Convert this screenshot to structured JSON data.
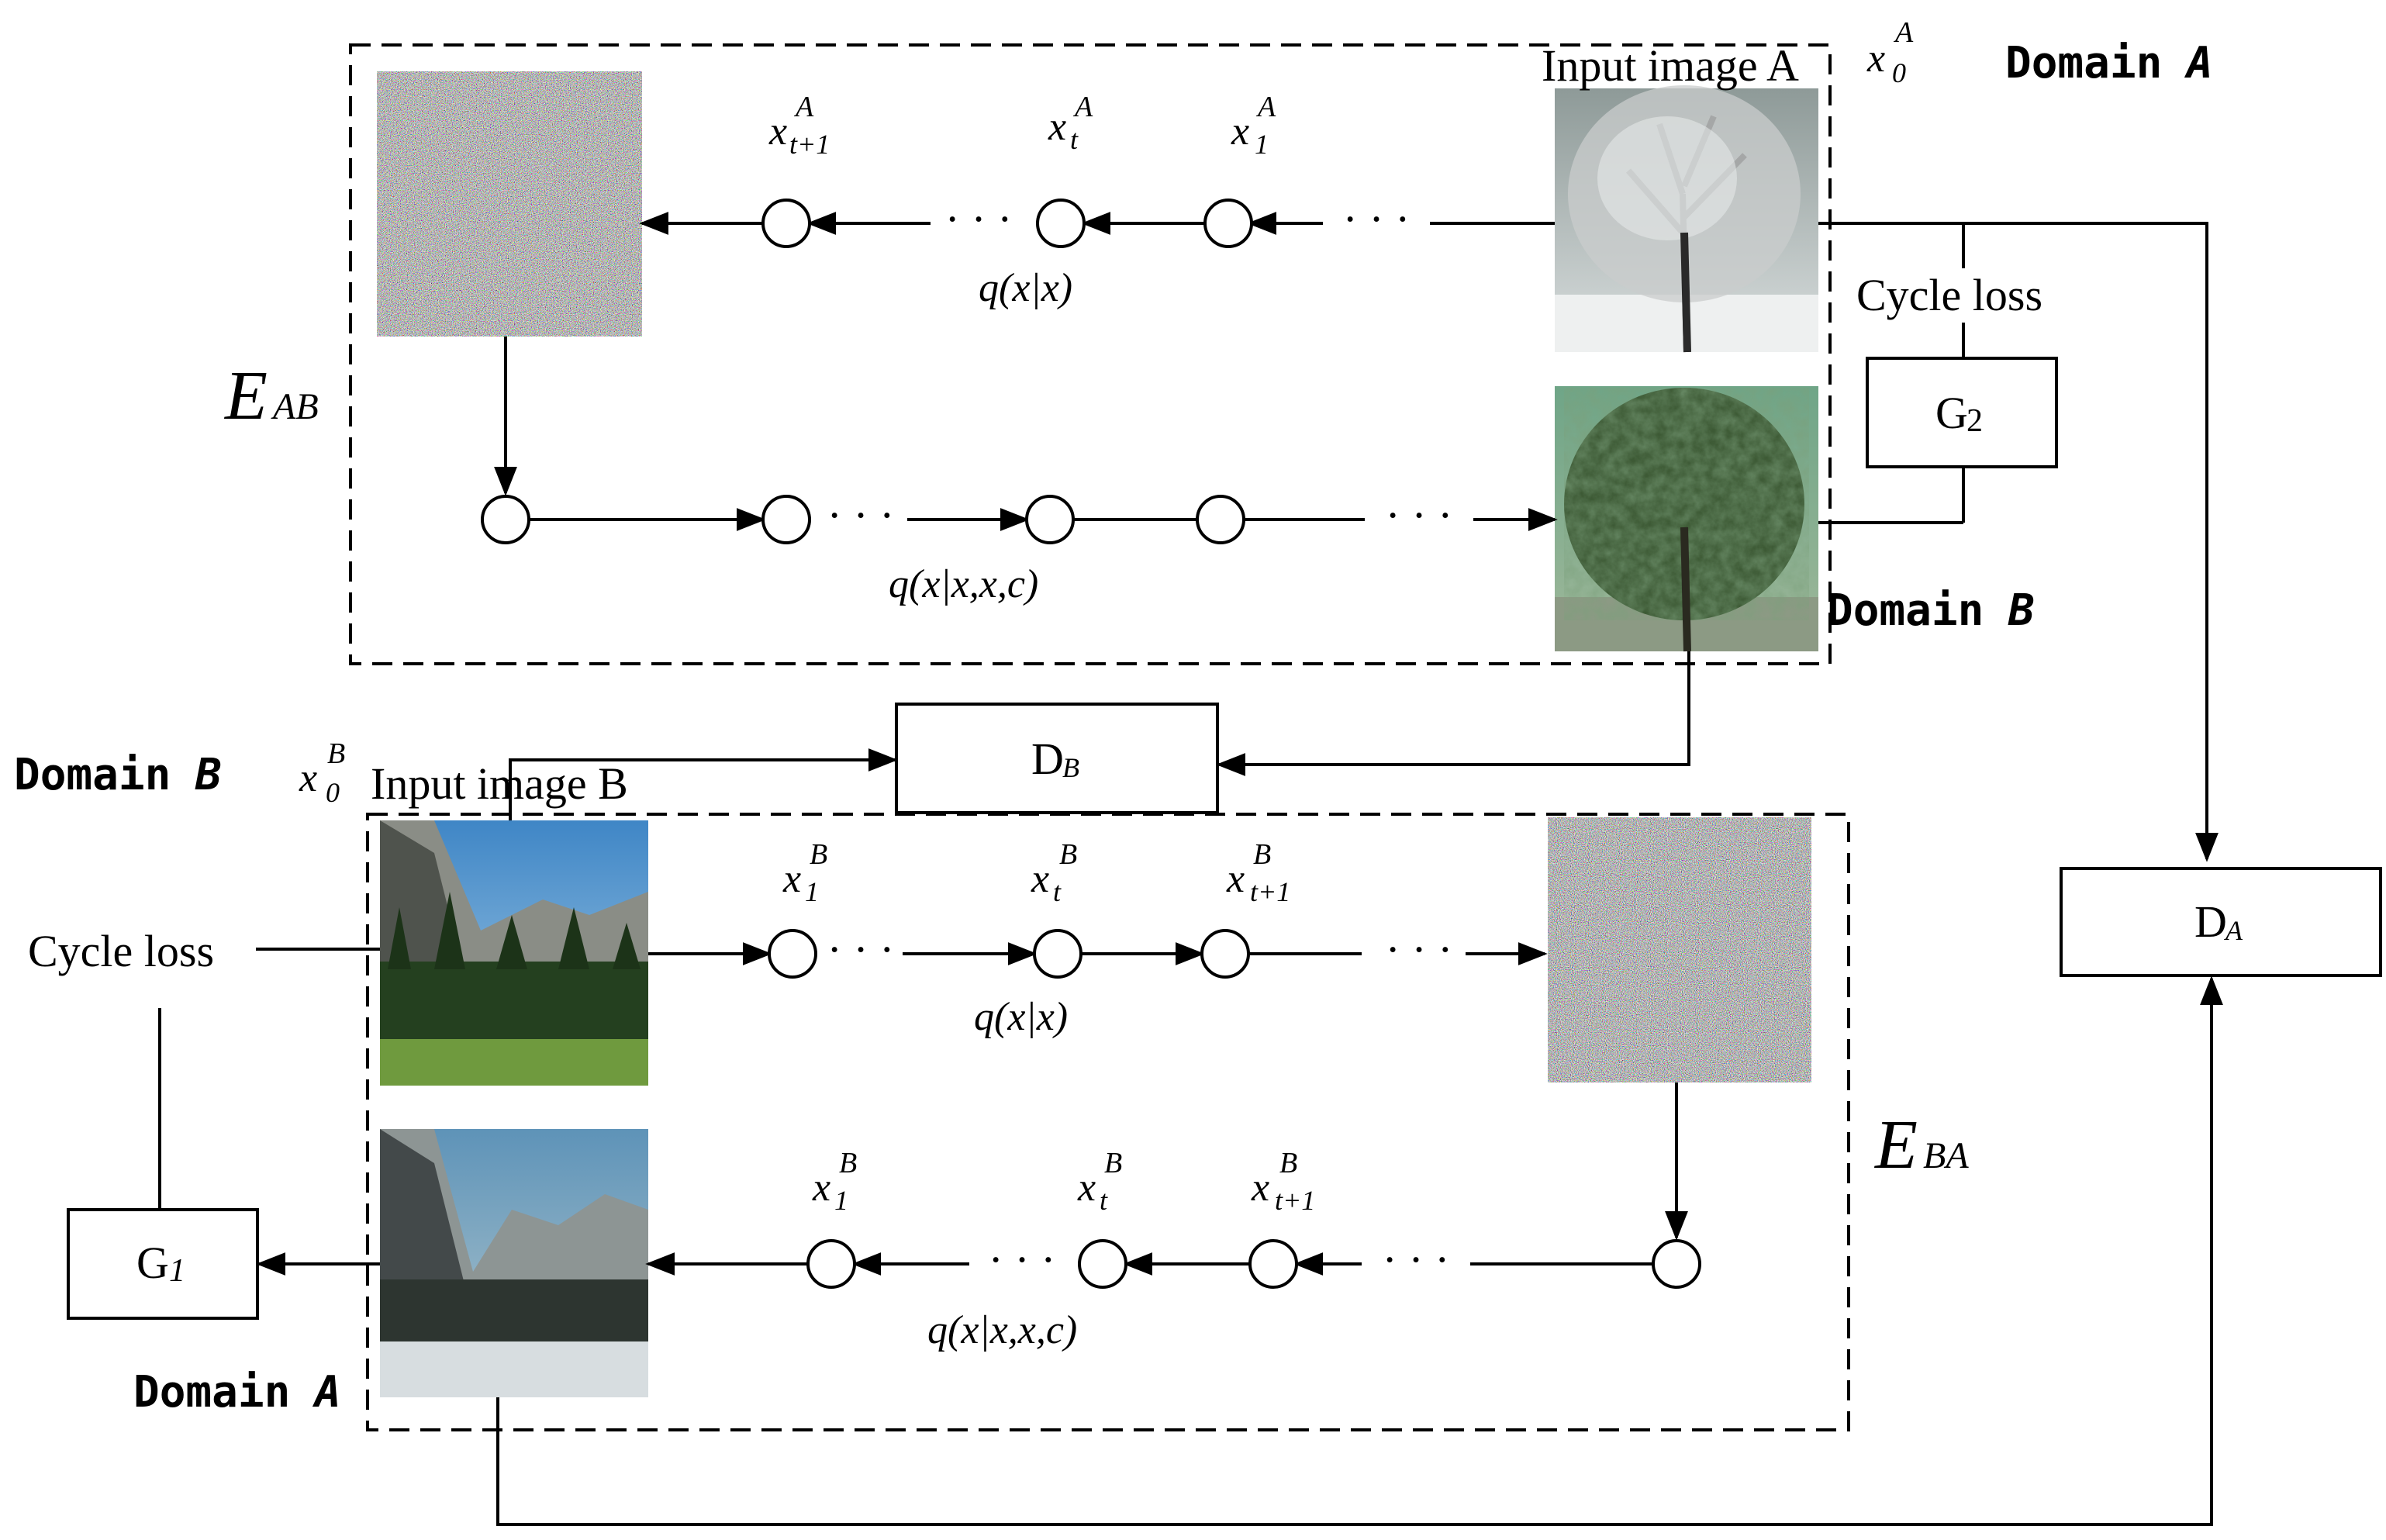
{
  "labels": {
    "input_image_a": "Input image A",
    "input_image_b": "Input image B",
    "domain": "Domain",
    "domain_a_letter": "A",
    "domain_b_letter": "B",
    "cycle_loss": "Cycle loss",
    "x": "x",
    "x0_sub": "0",
    "sup_a": "A",
    "sup_b": "B",
    "sub_t1": "t+1",
    "sub_t": "t",
    "sub_1": "1",
    "eab_e": "E",
    "eab_sub": "AB",
    "eba_e": "E",
    "eba_sub": "BA",
    "g2_main": "G",
    "g2_sub": "2",
    "g1_main": "G",
    "g1_sub": "1",
    "db_main": "D",
    "db_sub": "B",
    "da_main": "D",
    "da_sub": "A",
    "ellipsis": "· · ·",
    "q_forward": "q(x|x)",
    "q_reverse": "q(x|x,x,c)"
  },
  "colors": {
    "line": "#000000",
    "background": "#ffffff"
  }
}
